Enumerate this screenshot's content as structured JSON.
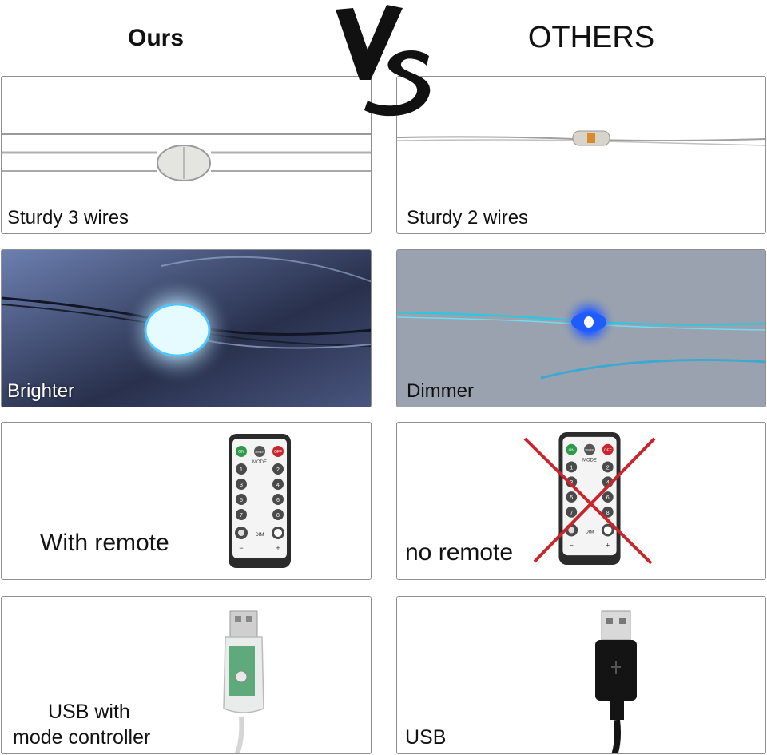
{
  "header": {
    "ours": "Ours",
    "others": "OTHERS",
    "versus": "VS"
  },
  "rows": [
    {
      "ours_caption": "Sturdy 3 wires",
      "others_caption": "Sturdy 2 wires"
    },
    {
      "ours_caption": "Brighter",
      "others_caption": "Dimmer"
    },
    {
      "ours_caption": "With remote",
      "others_caption": "no remote"
    },
    {
      "ours_caption_line1": "USB with",
      "ours_caption_line2": "mode controller",
      "others_caption": "USB"
    }
  ],
  "remote": {
    "on": "ON",
    "timer": "TIMER",
    "off": "OFF",
    "mode": "MODE",
    "dim": "DIM",
    "minus": "−",
    "plus": "+",
    "numbers": [
      "1",
      "2",
      "3",
      "4",
      "5",
      "6",
      "7",
      "8"
    ]
  },
  "colors": {
    "red_cross": "#c8262c",
    "led_blue": "#1e5cff",
    "led_white_blue": "#bfe9ff"
  }
}
